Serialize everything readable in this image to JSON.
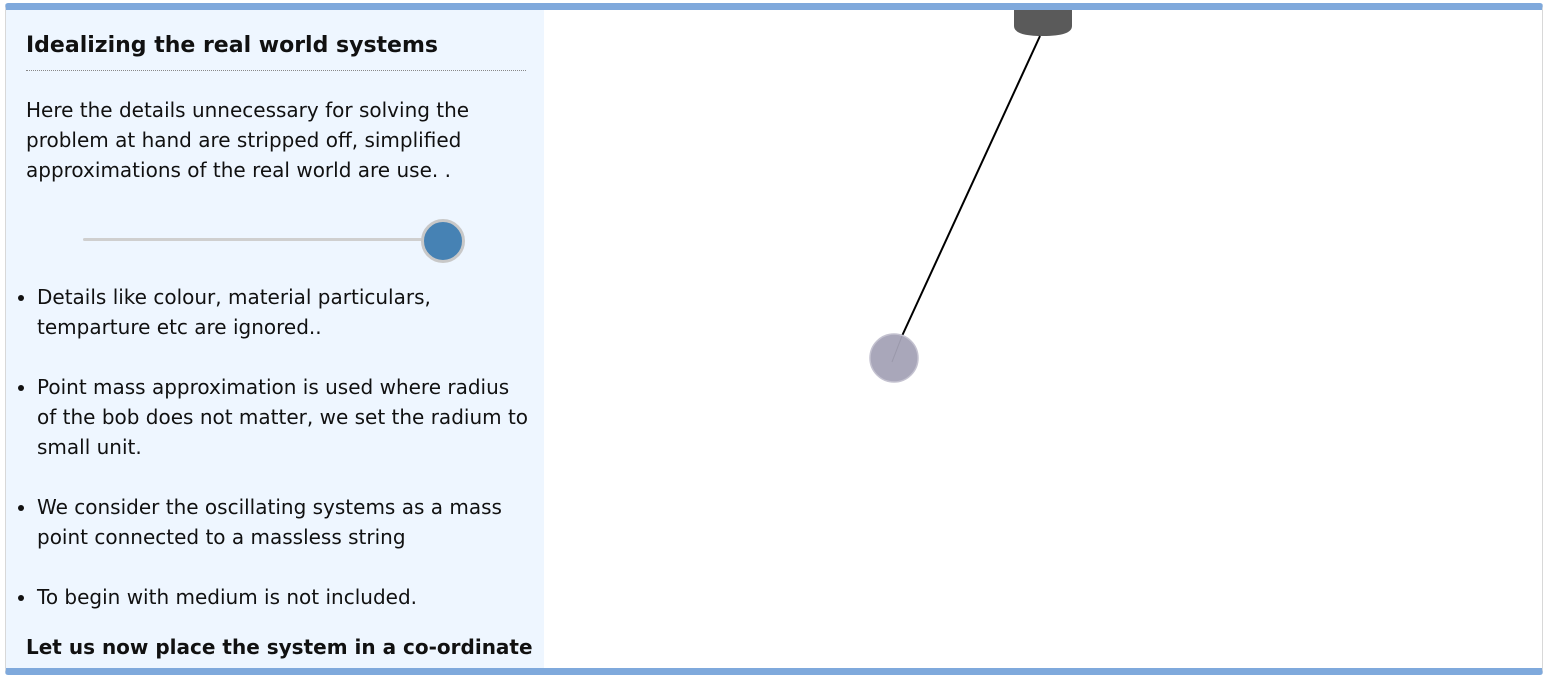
{
  "sidebar": {
    "title": "Idealizing the real world systems",
    "intro": "Here the details unnecessary for solving the problem at hand are stripped off, simplified approximations of the real world are use. .",
    "slider": {
      "value": 1.0
    },
    "bullets": [
      "Details like colour, material particulars, temparture etc are ignored..",
      "Point mass approximation is used where radius of the bob does not matter, we set the radium to small unit.",
      "We consider the oscillating systems as a mass point connected to a massless string",
      "To begin with medium is not included."
    ],
    "footer": "Let us now place the system in a co-ordinate"
  },
  "colors": {
    "accent": "#7fa9dc",
    "sidebar_bg": "#eef6ff",
    "slider_thumb": "#4682b4",
    "bob": "#a9a7ba",
    "mount": "#5a5a5a"
  }
}
